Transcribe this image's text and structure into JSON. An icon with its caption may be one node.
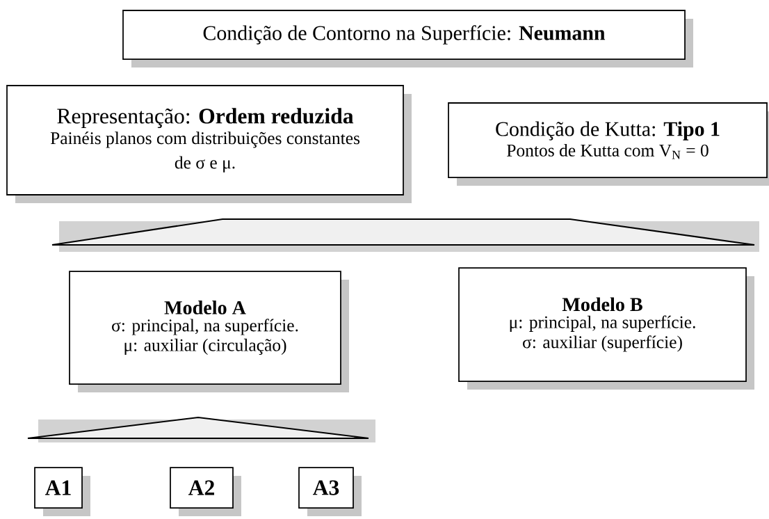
{
  "diagram": {
    "nodes": [
      {
        "text": [
          "Condição de Contorno na Superfície: **Neumann**"
        ]
      },
      {
        "text": [
          "Representação: **Ordem reduzida**",
          "Painéis planos com distribuições constantes de σ e μ."
        ]
      },
      {
        "text": [
          "Condição de Kutta: **Tipo 1**",
          "Pontos de Kutta com V$_{N}$ = 0"
        ]
      },
      {
        "text": [
          "Modelo A",
          "σ: principal, na superfície.",
          "μ: auxiliar (circulação)"
        ]
      },
      {
        "text": [
          "Modelo B",
          "μ: principal, na superfície.",
          "σ: auxiliar (superfície)"
        ]
      },
      {
        "text": [
          "A1"
        ]
      },
      {
        "text": [
          "A2"
        ]
      },
      {
        "text": [
          "A3"
        ]
      }
    ]
  }
}
